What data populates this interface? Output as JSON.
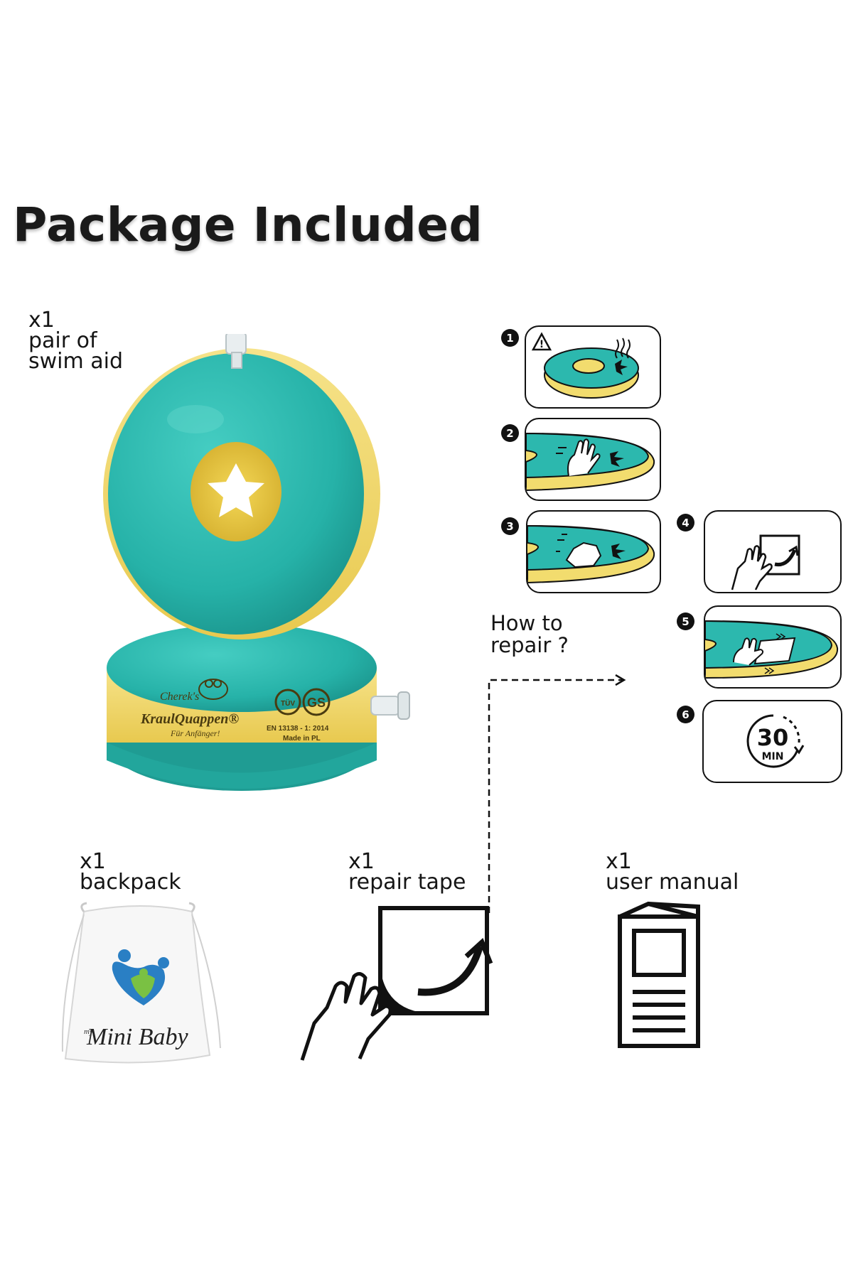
{
  "title": "Package Included",
  "items": {
    "swim_aid": {
      "qty": "x1",
      "line1": "pair of",
      "line2": "swim aid"
    },
    "backpack": {
      "qty": "x1",
      "name": "backpack"
    },
    "repair_tape": {
      "qty": "x1",
      "name": "repair tape"
    },
    "user_manual": {
      "qty": "x1",
      "name": "user manual"
    }
  },
  "repair": {
    "line1": "How to",
    "line2": "repair ?",
    "steps": [
      "1",
      "2",
      "3",
      "4",
      "5",
      "6"
    ],
    "timer_value": "30",
    "timer_unit": "MIN"
  },
  "product": {
    "brand_top": "Cherek's",
    "brand_main": "KraulQuappen®",
    "brand_sub": "Für Anfänger!",
    "tuv": "TÜV",
    "gs": "GS",
    "standard": "EN 13138 - 1: 2014",
    "made_in": "Made in PL"
  },
  "backpack_logo": {
    "small": "my",
    "main": "Mini Baby"
  },
  "colors": {
    "teal": "#2cb8ae",
    "teal_dark": "#1f9c93",
    "yellow": "#f2dc6e",
    "yellow_light": "#f8e9a0",
    "ink": "#111111"
  }
}
